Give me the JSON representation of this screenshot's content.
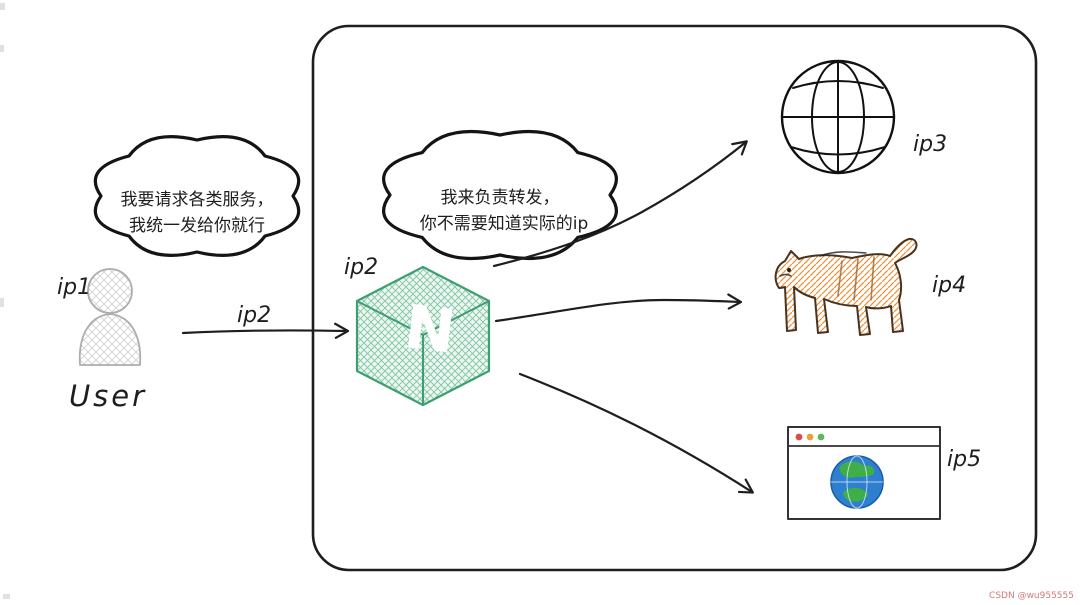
{
  "page": {
    "background": "#ffffff",
    "watermark": "CSDN @wu955555"
  },
  "diagram": {
    "user": {
      "ip_label": "ip1",
      "name": "User",
      "speech": {
        "line1": "我要请求各类服务，",
        "line2": "我统一发给你就行"
      }
    },
    "request_arrow": {
      "label": "ip2"
    },
    "proxy": {
      "ip_label": "ip2",
      "logo_letter": "N",
      "speech": {
        "line1": "我来负责转发，",
        "line2": "你不需要知道实际的ip"
      }
    },
    "targets": {
      "globe": {
        "ip_label": "ip3"
      },
      "cat": {
        "ip_label": "ip4"
      },
      "browser": {
        "ip_label": "ip5"
      }
    },
    "icons": {
      "user": "person-silhouette",
      "proxy": "nginx-green-cube",
      "globe": "wireframe-globe",
      "cat": "tomcat-cat-sketch",
      "browser": "browser-window-with-globe",
      "clouds": "speech-cloud"
    },
    "colors": {
      "ink": "#1e1e1e",
      "nginx_green": "#3e9e72",
      "cat_outline": "#4a3220",
      "dot_red": "#df4b4b",
      "dot_yellow": "#e6a23c",
      "dot_green": "#5cb85c",
      "globe_blue": "#2e7fd0",
      "globe_land": "#3fae49"
    }
  }
}
